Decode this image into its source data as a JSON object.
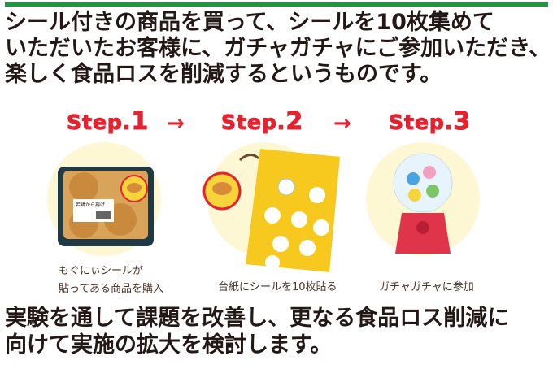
{
  "header": {
    "lines": [
      "シール付きの商品を買って、シールを10枚集めて",
      "いただいたお客様に、ガチャガチャにご参加いただき、",
      "楽しく食品ロスを削減するというものです。"
    ]
  },
  "steps": [
    {
      "label": "Step.",
      "num": "1",
      "caption": [
        "もぐにぃシールが",
        "貼ってある商品を購入"
      ],
      "package_label": "若鶏から揚げ"
    },
    {
      "label": "Step.",
      "num": "2",
      "caption": [
        "台紙にシールを10枚貼る"
      ]
    },
    {
      "label": "Step.",
      "num": "3",
      "caption": [
        "ガチャガチャに参加"
      ]
    }
  ],
  "arrow": "→",
  "footer": {
    "lines": [
      "実験を通して課題を改善し、更なる食品ロス削減に",
      "向けて実施の拡大を検討します。"
    ]
  },
  "colors": {
    "green": "#1a9a3c",
    "red": "#e8212e",
    "cream": "#fdf7d3"
  }
}
